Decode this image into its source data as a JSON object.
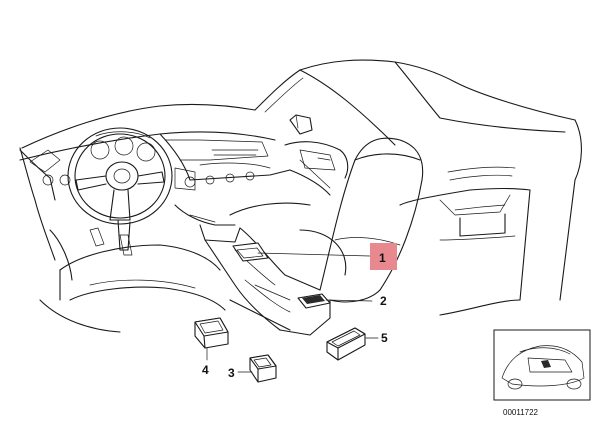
{
  "diagram": {
    "callouts": [
      {
        "id": "1",
        "label": "1",
        "highlight_color": "#e8888f"
      },
      {
        "id": "2",
        "label": "2"
      },
      {
        "id": "3",
        "label": "3"
      },
      {
        "id": "4",
        "label": "4"
      },
      {
        "id": "5",
        "label": "5"
      }
    ],
    "reference_number": "00011722"
  },
  "colors": {
    "line": "#1a1a1a",
    "callout_highlight": "#e8888f",
    "background": "#ffffff"
  }
}
